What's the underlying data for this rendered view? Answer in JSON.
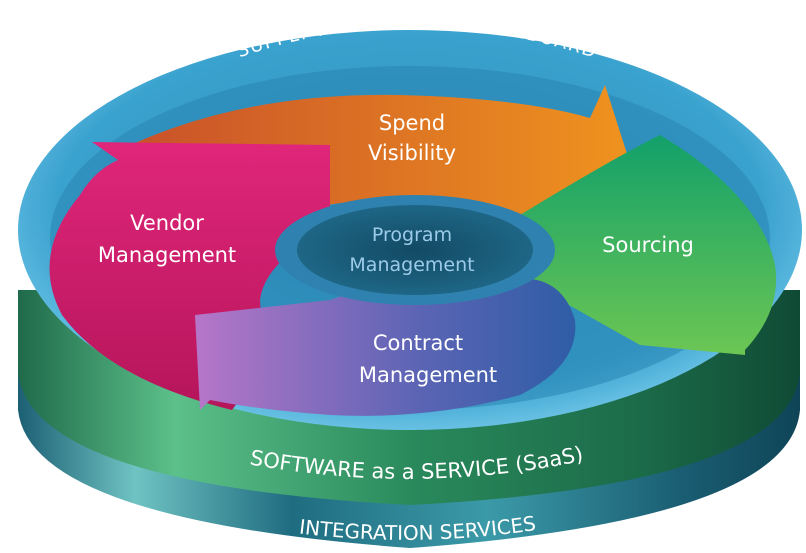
{
  "dashboard_label": "SUPPLY MANAGEMENT DASHBOARD",
  "saas_label": "SOFTWARE as a SERVICE (SaaS)",
  "integration_label": "INTEGRATION SERVICES",
  "segments": {
    "spend": {
      "line1": "Spend",
      "line2": "Visibility"
    },
    "vendor": {
      "line1": "Vendor",
      "line2": "Management"
    },
    "sourcing": {
      "line1": "Sourcing"
    },
    "contract": {
      "line1": "Contract",
      "line2": "Management"
    }
  },
  "center": {
    "line1": "Program",
    "line2": "Management"
  },
  "colors": {
    "disk_light": "#5fb6d9",
    "disk_dark": "#155a78",
    "band_green": "#2f8c5c",
    "vendor": "#d81f6a",
    "spend_start": "#c8502a",
    "spend_end": "#f0951e",
    "sourcing": "#1fae6a",
    "contract_start": "#b06fc2",
    "contract_end": "#3f5fae",
    "center": "#1a5470"
  }
}
